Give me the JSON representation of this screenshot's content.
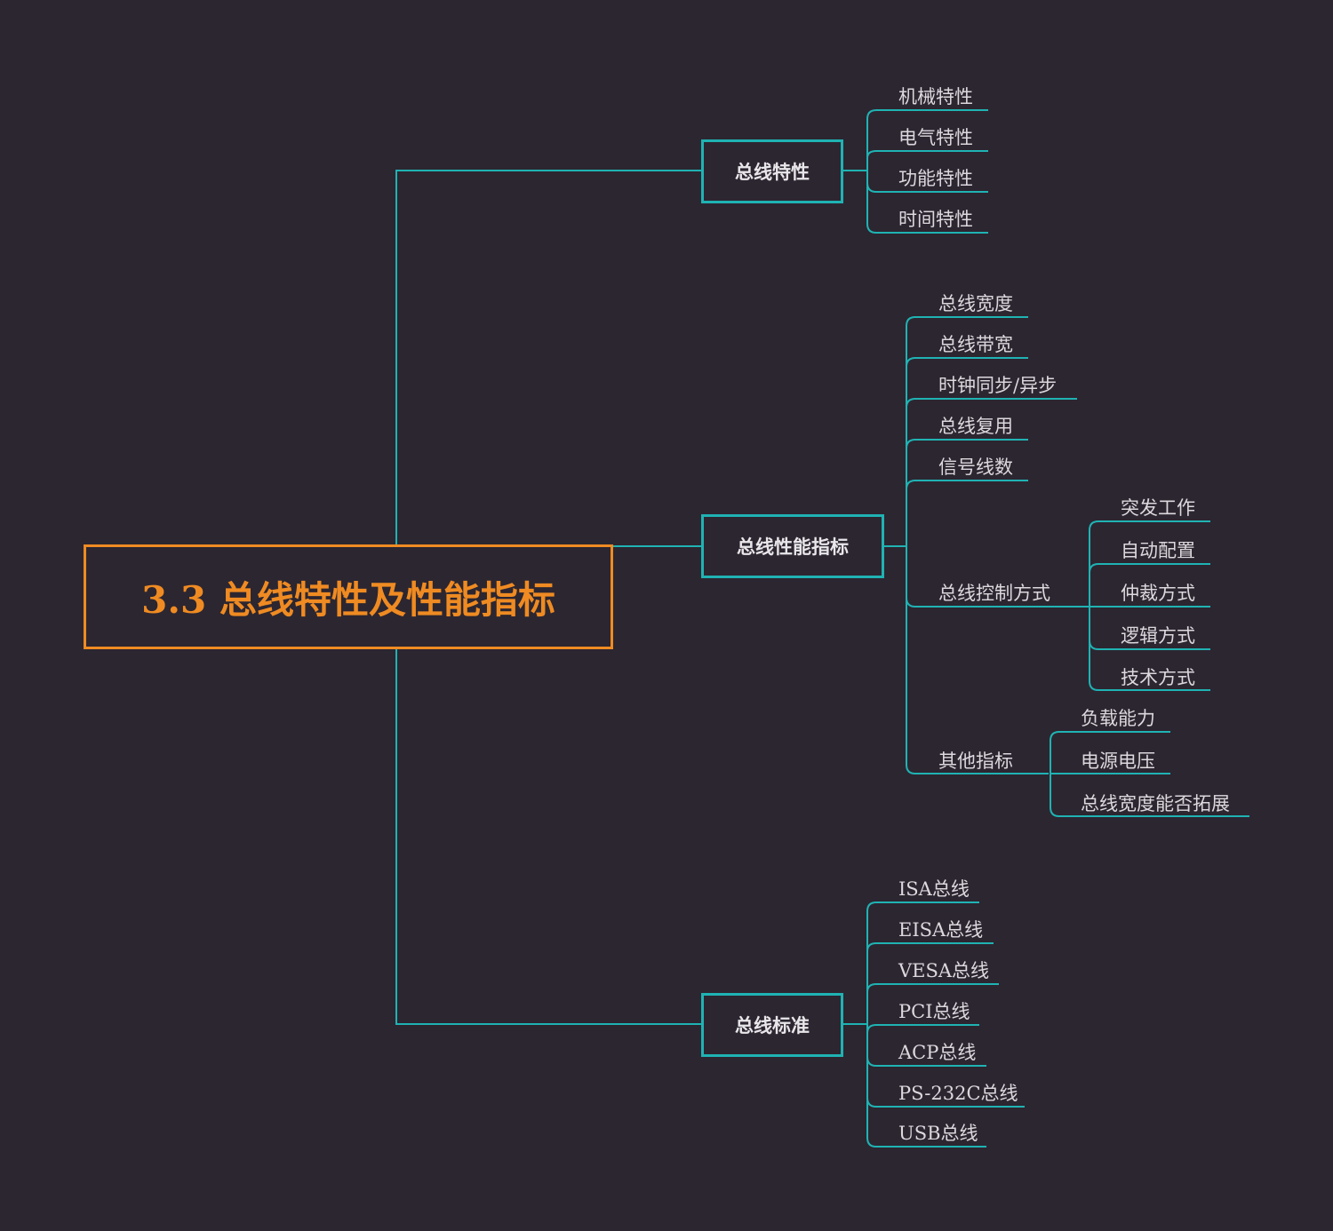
{
  "root": {
    "title": "3.3 总线特性及性能指标"
  },
  "branches": [
    {
      "label": "总线特性",
      "children": [
        "机械特性",
        "电气特性",
        "功能特性",
        "时间特性"
      ]
    },
    {
      "label": "总线性能指标",
      "children": [
        "总线宽度",
        "总线带宽",
        "时钟同步/异步",
        "总线复用",
        "信号线数",
        {
          "label": "总线控制方式",
          "children": [
            "突发工作",
            "自动配置",
            "仲裁方式",
            "逻辑方式",
            "技术方式"
          ]
        },
        {
          "label": "其他指标",
          "children": [
            "负载能力",
            "电源电压",
            "总线宽度能否拓展"
          ]
        }
      ]
    },
    {
      "label": "总线标准",
      "children": [
        "ISA总线",
        "EISA总线",
        "VESA总线",
        "PCI总线",
        "ACP总线",
        "PS-232C总线",
        "USB总线"
      ]
    }
  ],
  "colors": {
    "background": "#2c2631",
    "root": "#ef8b22",
    "branch": "#1fb3b3",
    "text": "#dcd8dd"
  }
}
